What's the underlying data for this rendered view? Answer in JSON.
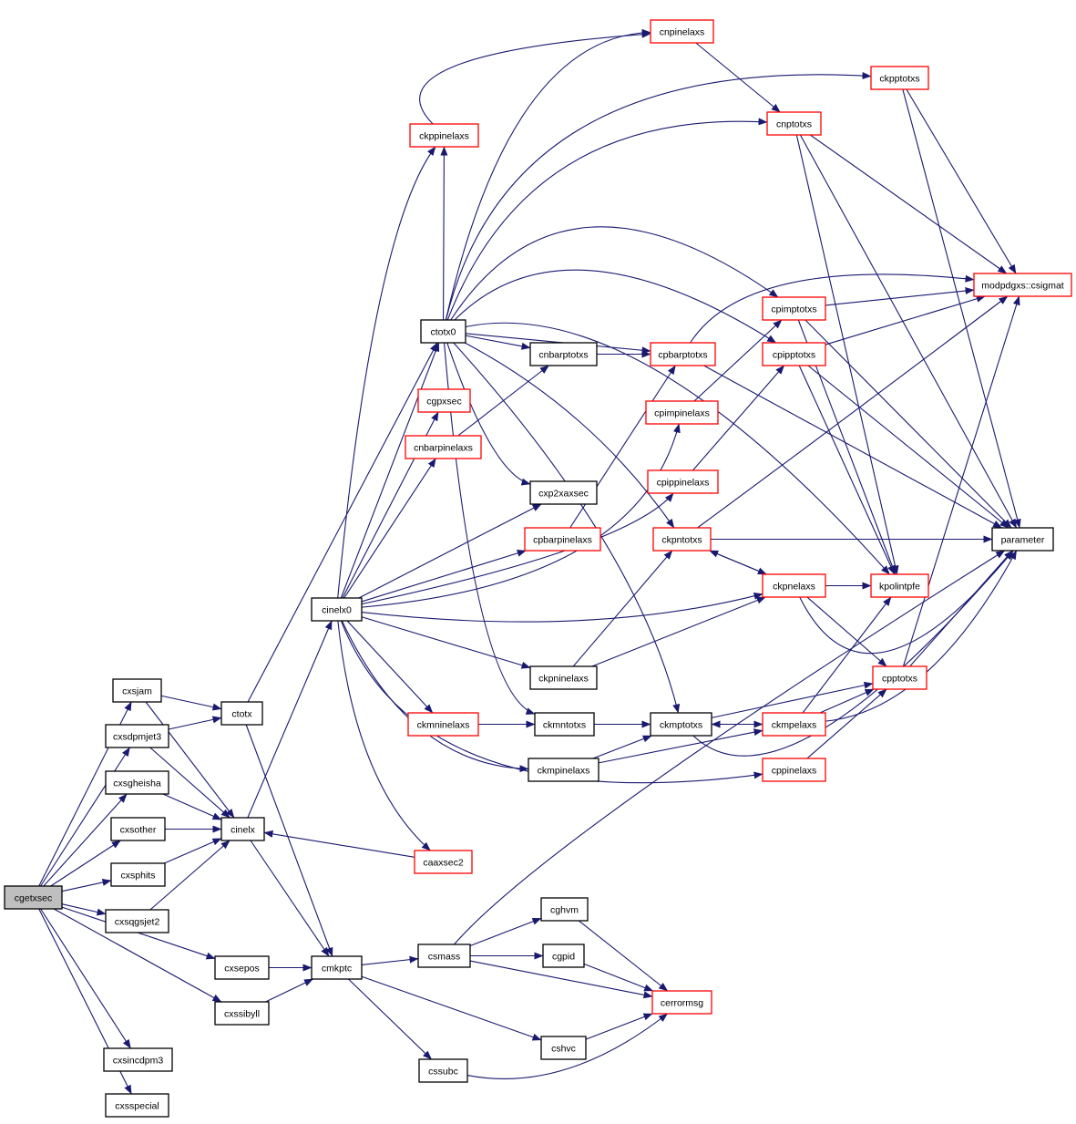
{
  "diagram": {
    "colors": {
      "edge": "#191970",
      "root_fill": "#bfbfbf",
      "normal_border": "#000000",
      "linked_border": "#ff0000",
      "text": "#000000"
    },
    "nodes": [
      {
        "id": "cgetxsec",
        "label": "cgetxsec",
        "style": "root"
      },
      {
        "id": "cxsjam",
        "label": "cxsjam",
        "style": "normal"
      },
      {
        "id": "cxsdpmjet3",
        "label": "cxsdpmjet3",
        "style": "normal"
      },
      {
        "id": "cxsgheisha",
        "label": "cxsgheisha",
        "style": "normal"
      },
      {
        "id": "cxsother",
        "label": "cxsother",
        "style": "normal"
      },
      {
        "id": "cxsphits",
        "label": "cxsphits",
        "style": "normal"
      },
      {
        "id": "cxsqgsjet2",
        "label": "cxsqgsjet2",
        "style": "normal"
      },
      {
        "id": "cxsepos",
        "label": "cxsepos",
        "style": "normal"
      },
      {
        "id": "cxssibyll",
        "label": "cxssibyll",
        "style": "normal"
      },
      {
        "id": "cxsincdpm3",
        "label": "cxsincdpm3",
        "style": "normal"
      },
      {
        "id": "cxsspecial",
        "label": "cxsspecial",
        "style": "normal"
      },
      {
        "id": "ctotx",
        "label": "ctotx",
        "style": "normal"
      },
      {
        "id": "cinelx",
        "label": "cinelx",
        "style": "normal"
      },
      {
        "id": "cmkptc",
        "label": "cmkptc",
        "style": "normal"
      },
      {
        "id": "cinelx0",
        "label": "cinelx0",
        "style": "normal"
      },
      {
        "id": "ctotx0",
        "label": "ctotx0",
        "style": "normal"
      },
      {
        "id": "ckppinelaxs",
        "label": "ckppinelaxs",
        "style": "linked"
      },
      {
        "id": "cnpinelaxs",
        "label": "cnpinelaxs",
        "style": "linked"
      },
      {
        "id": "ckpptotxs",
        "label": "ckpptotxs",
        "style": "linked"
      },
      {
        "id": "cnptotxs",
        "label": "cnptotxs",
        "style": "linked"
      },
      {
        "id": "modpdgxs",
        "label": "modpdgxs::csigmat",
        "style": "linked"
      },
      {
        "id": "cpimptotxs",
        "label": "cpimptotxs",
        "style": "linked"
      },
      {
        "id": "cpipptotxs",
        "label": "cpipptotxs",
        "style": "linked"
      },
      {
        "id": "cnbarptotxs",
        "label": "cnbarptotxs",
        "style": "normal"
      },
      {
        "id": "cpbarptotxs",
        "label": "cpbarptotxs",
        "style": "linked"
      },
      {
        "id": "cgpxsec",
        "label": "cgpxsec",
        "style": "linked"
      },
      {
        "id": "cnbarpinelaxs",
        "label": "cnbarpinelaxs",
        "style": "linked"
      },
      {
        "id": "cpimpinelaxs",
        "label": "cpimpinelaxs",
        "style": "linked"
      },
      {
        "id": "cpippinelaxs",
        "label": "cpippinelaxs",
        "style": "linked"
      },
      {
        "id": "cxp2xaxsec",
        "label": "cxp2xaxsec",
        "style": "normal"
      },
      {
        "id": "cpbarpinelaxs",
        "label": "cpbarpinelaxs",
        "style": "linked"
      },
      {
        "id": "ckpntotxs",
        "label": "ckpntotxs",
        "style": "linked"
      },
      {
        "id": "parameter",
        "label": "parameter",
        "style": "normal"
      },
      {
        "id": "ckpnelaxs",
        "label": "ckpnelaxs",
        "style": "linked"
      },
      {
        "id": "kpolintpfe",
        "label": "kpolintpfe",
        "style": "linked"
      },
      {
        "id": "ckpninelaxs",
        "label": "ckpninelaxs",
        "style": "normal"
      },
      {
        "id": "cpptotxs",
        "label": "cpptotxs",
        "style": "linked"
      },
      {
        "id": "ckmninelaxs",
        "label": "ckmninelaxs",
        "style": "linked"
      },
      {
        "id": "ckmntotxs",
        "label": "ckmntotxs",
        "style": "normal"
      },
      {
        "id": "ckmptotxs",
        "label": "ckmptotxs",
        "style": "normal"
      },
      {
        "id": "ckmpelaxs",
        "label": "ckmpelaxs",
        "style": "linked"
      },
      {
        "id": "ckmpinelaxs",
        "label": "ckmpinelaxs",
        "style": "normal"
      },
      {
        "id": "cppinelaxs",
        "label": "cppinelaxs",
        "style": "linked"
      },
      {
        "id": "caaxsec2",
        "label": "caaxsec2",
        "style": "linked"
      },
      {
        "id": "csmass",
        "label": "csmass",
        "style": "normal"
      },
      {
        "id": "cghvm",
        "label": "cghvm",
        "style": "normal"
      },
      {
        "id": "cgpid",
        "label": "cgpid",
        "style": "normal"
      },
      {
        "id": "cerrormsg",
        "label": "cerrormsg",
        "style": "linked"
      },
      {
        "id": "cshvc",
        "label": "cshvc",
        "style": "normal"
      },
      {
        "id": "cssubc",
        "label": "cssubc",
        "style": "normal"
      }
    ],
    "edges": [
      [
        "cgetxsec",
        "cxsjam"
      ],
      [
        "cgetxsec",
        "cxsdpmjet3"
      ],
      [
        "cgetxsec",
        "cxsgheisha"
      ],
      [
        "cgetxsec",
        "cxsother"
      ],
      [
        "cgetxsec",
        "cxsphits"
      ],
      [
        "cgetxsec",
        "cxsqgsjet2"
      ],
      [
        "cgetxsec",
        "cxsepos"
      ],
      [
        "cgetxsec",
        "cxssibyll"
      ],
      [
        "cgetxsec",
        "cxsincdpm3"
      ],
      [
        "cgetxsec",
        "cxsspecial"
      ],
      [
        "cxsjam",
        "ctotx"
      ],
      [
        "cxsjam",
        "cinelx"
      ],
      [
        "cxsdpmjet3",
        "ctotx"
      ],
      [
        "cxsdpmjet3",
        "cinelx"
      ],
      [
        "cxsgheisha",
        "cinelx"
      ],
      [
        "cxsother",
        "cinelx"
      ],
      [
        "cxsphits",
        "cinelx"
      ],
      [
        "cxsqgsjet2",
        "cinelx"
      ],
      [
        "cxsepos",
        "cmkptc"
      ],
      [
        "cxssibyll",
        "cmkptc"
      ],
      [
        "ctotx",
        "ctotx0"
      ],
      [
        "ctotx",
        "cmkptc"
      ],
      [
        "cinelx",
        "cinelx0"
      ],
      [
        "cinelx",
        "cmkptc"
      ],
      [
        "caaxsec2",
        "cinelx"
      ],
      [
        "ctotx0",
        "ckppinelaxs"
      ],
      [
        "ctotx0",
        "cnpinelaxs"
      ],
      [
        "ctotx0",
        "ckpptotxs"
      ],
      [
        "ctotx0",
        "cnptotxs"
      ],
      [
        "ctotx0",
        "cpimptotxs"
      ],
      [
        "ctotx0",
        "cpipptotxs"
      ],
      [
        "ctotx0",
        "cnbarptotxs"
      ],
      [
        "ctotx0",
        "cpbarptotxs"
      ],
      [
        "ctotx0",
        "cxp2xaxsec"
      ],
      [
        "ctotx0",
        "ckpntotxs"
      ],
      [
        "ctotx0",
        "ckmntotxs"
      ],
      [
        "ctotx0",
        "ckmptotxs"
      ],
      [
        "ctotx0",
        "kpolintpfe"
      ],
      [
        "cinelx0",
        "ckppinelaxs"
      ],
      [
        "cinelx0",
        "cgpxsec"
      ],
      [
        "cinelx0",
        "cnbarpinelaxs"
      ],
      [
        "cinelx0",
        "cxp2xaxsec"
      ],
      [
        "cinelx0",
        "cpbarpinelaxs"
      ],
      [
        "cinelx0",
        "cpimpinelaxs"
      ],
      [
        "cinelx0",
        "cpippinelaxs"
      ],
      [
        "cinelx0",
        "ckpnelaxs"
      ],
      [
        "cinelx0",
        "ckpninelaxs"
      ],
      [
        "cinelx0",
        "ckmninelaxs"
      ],
      [
        "cinelx0",
        "ckmpinelaxs"
      ],
      [
        "cinelx0",
        "cppinelaxs"
      ],
      [
        "cinelx0",
        "caaxsec2"
      ],
      [
        "cinelx0",
        "ctotx0"
      ],
      [
        "ckppinelaxs",
        "cnpinelaxs"
      ],
      [
        "cnpinelaxs",
        "cnptotxs"
      ],
      [
        "cnbarpinelaxs",
        "cnbarptotxs"
      ],
      [
        "cnbarptotxs",
        "cpbarptotxs"
      ],
      [
        "cpbarpinelaxs",
        "cpbarptotxs"
      ],
      [
        "cpimpinelaxs",
        "cpimptotxs"
      ],
      [
        "cpippinelaxs",
        "cpipptotxs"
      ],
      [
        "ckpptotxs",
        "modpdgxs"
      ],
      [
        "ckpptotxs",
        "parameter"
      ],
      [
        "cnptotxs",
        "modpdgxs"
      ],
      [
        "cnptotxs",
        "parameter"
      ],
      [
        "cnptotxs",
        "kpolintpfe"
      ],
      [
        "cpimptotxs",
        "modpdgxs"
      ],
      [
        "cpimptotxs",
        "parameter"
      ],
      [
        "cpimptotxs",
        "kpolintpfe"
      ],
      [
        "cpipptotxs",
        "modpdgxs"
      ],
      [
        "cpipptotxs",
        "parameter"
      ],
      [
        "cpipptotxs",
        "kpolintpfe"
      ],
      [
        "cpbarptotxs",
        "modpdgxs"
      ],
      [
        "cpbarptotxs",
        "parameter"
      ],
      [
        "ckpntotxs",
        "parameter"
      ],
      [
        "ckpntotxs",
        "modpdgxs"
      ],
      [
        "ckpntotxs",
        "ckpnelaxs"
      ],
      [
        "ckpnelaxs",
        "ckpntotxs"
      ],
      [
        "ckpnelaxs",
        "kpolintpfe"
      ],
      [
        "ckpnelaxs",
        "cpptotxs"
      ],
      [
        "ckpnelaxs",
        "parameter"
      ],
      [
        "ckpninelaxs",
        "ckpntotxs"
      ],
      [
        "ckpninelaxs",
        "ckpnelaxs"
      ],
      [
        "cpptotxs",
        "modpdgxs"
      ],
      [
        "cpptotxs",
        "parameter"
      ],
      [
        "ckmninelaxs",
        "ckmntotxs"
      ],
      [
        "ckmntotxs",
        "ckmptotxs"
      ],
      [
        "ckmptotxs",
        "ckmpelaxs"
      ],
      [
        "ckmptotxs",
        "cpptotxs"
      ],
      [
        "ckmptotxs",
        "parameter"
      ],
      [
        "ckmpelaxs",
        "ckmptotxs"
      ],
      [
        "ckmpelaxs",
        "kpolintpfe"
      ],
      [
        "ckmpelaxs",
        "cpptotxs"
      ],
      [
        "ckmpelaxs",
        "parameter"
      ],
      [
        "ckmpinelaxs",
        "ckmptotxs"
      ],
      [
        "ckmpinelaxs",
        "ckmpelaxs"
      ],
      [
        "cppinelaxs",
        "cpptotxs"
      ],
      [
        "cmkptc",
        "csmass"
      ],
      [
        "cmkptc",
        "cshvc"
      ],
      [
        "cmkptc",
        "cssubc"
      ],
      [
        "csmass",
        "cghvm"
      ],
      [
        "csmass",
        "cgpid"
      ],
      [
        "csmass",
        "cerrormsg"
      ],
      [
        "csmass",
        "parameter"
      ],
      [
        "cghvm",
        "cerrormsg"
      ],
      [
        "cgpid",
        "cerrormsg"
      ],
      [
        "cshvc",
        "cerrormsg"
      ],
      [
        "cssubc",
        "cerrormsg"
      ]
    ]
  }
}
